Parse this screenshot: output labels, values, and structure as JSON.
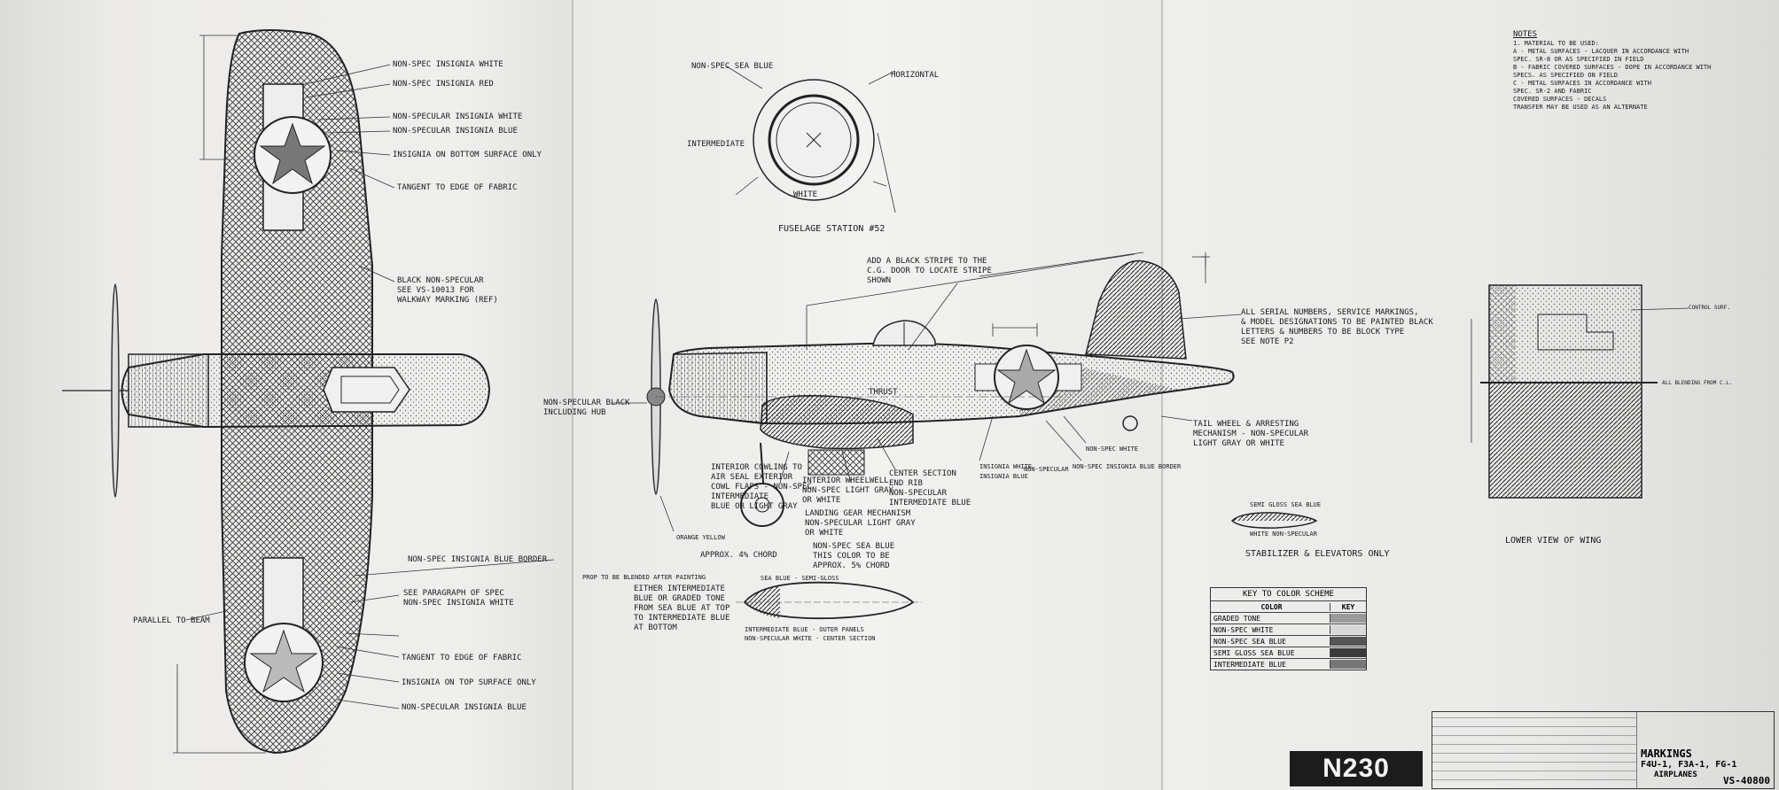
{
  "sheet_number": "N230",
  "drawing_number": "VS-40800",
  "title_block": {
    "title": "MARKINGS",
    "models": "F4U-1, F3A-1, FG-1",
    "subtitle": "AIRPLANES"
  },
  "notes": {
    "heading": "NOTES",
    "lines": [
      "1. MATERIAL TO BE USED:",
      "   A - METAL SURFACES - LACQUER IN ACCORDANCE WITH",
      "   SPEC. SR-8 OR AS SPECIFIED IN FIELD",
      "   B - FABRIC COVERED SURFACES - DOPE IN ACCORDANCE WITH",
      "   SPECS. AS SPECIFIED ON FIELD",
      "   C - METAL SURFACES IN ACCORDANCE WITH",
      "   SPEC. SR-2 AND FABRIC",
      "   COVERED SURFACES - DECALS",
      "   TRANSFER MAY BE USED AS AN ALTERNATE"
    ]
  },
  "top_view_labels": [
    "NON-SPEC INSIGNIA WHITE",
    "NON-SPEC INSIGNIA RED",
    "NON-SPECULAR INSIGNIA WHITE",
    "NON-SPECULAR INSIGNIA BLUE",
    "INSIGNIA ON BOTTOM SURFACE ONLY",
    "TANGENT TO EDGE OF FABRIC",
    "BLACK NON-SPECULAR",
    "SEE VS-10013 FOR",
    "WALKWAY MARKING (REF)",
    "NON-SPEC INSIGNIA BLUE BORDER",
    "SEE PARAGRAPH OF SPEC",
    "NON-SPEC INSIGNIA WHITE",
    "PARALLEL TO BEAM",
    "TANGENT TO EDGE OF FABRIC",
    "INSIGNIA ON TOP SURFACE ONLY",
    "NON-SPECULAR INSIGNIA BLUE"
  ],
  "section_view": {
    "caption": "FUSELAGE STATION #52",
    "labels": [
      "NON-SPEC SEA BLUE",
      "INTERMEDIATE",
      "WHITE",
      "HORIZONTAL"
    ]
  },
  "side_view_labels": [
    "ADD A BLACK STRIPE TO THE",
    "C.G. DOOR TO LOCATE STRIPE",
    "SHOWN",
    "ALL SERIAL NUMBERS, SERVICE MARKINGS,",
    "& MODEL DESIGNATIONS TO BE PAINTED BLACK",
    "LETTERS & NUMBERS TO BE BLOCK TYPE",
    "SEE NOTE P2",
    "NON-SPECULAR BLACK",
    "INCLUDING HUB",
    "THRUST",
    "INTERIOR COWLING TO",
    "AIR SEAL EXTERIOR",
    "COWL FLAPS - NON-SPEC",
    "INTERMEDIATE",
    "BLUE OR LIGHT GRAY",
    "INTERIOR WHEELWELL",
    "NON-SPEC LIGHT GRAY",
    "OR WHITE",
    "CENTER SECTION",
    "END RIB",
    "NON-SPECULAR",
    "INTERMEDIATE BLUE",
    "LANDING GEAR MECHANISM",
    "NON-SPECULAR LIGHT GRAY",
    "OR WHITE",
    "TAIL WHEEL & ARRESTING",
    "MECHANISM - NON-SPECULAR",
    "LIGHT GRAY OR WHITE",
    "NON-SPEC WHITE",
    "NON-SPEC INSIGNIA BLUE BORDER",
    "NON-SPECULAR",
    "INSIGNIA WHITE",
    "INSIGNIA BLUE",
    "ORANGE YELLOW"
  ],
  "stabilizer": {
    "label_top": "SEMI GLOSS SEA BLUE",
    "label_bottom": "WHITE NON-SPECULAR",
    "caption": "STABILIZER & ELEVATORS ONLY"
  },
  "wing_section_labels": [
    "APPROX. 4% CHORD",
    "NON-SPEC SEA BLUE",
    "THIS COLOR TO BE",
    "APPROX. 5% CHORD",
    "PROP TO BE BLENDED AFTER PAINTING",
    "SEA BLUE - SEMI-GLOSS",
    "EITHER INTERMEDIATE",
    "BLUE OR GRADED TONE",
    "FROM SEA BLUE AT TOP",
    "TO INTERMEDIATE BLUE",
    "AT BOTTOM",
    "INTERMEDIATE BLUE - OUTER PANELS",
    "NON-SPECULAR WHITE - CENTER SECTION"
  ],
  "lower_view": {
    "caption": "LOWER VIEW OF WING",
    "labels": [
      "CONTROL SURF.",
      "ALL BLENDING FROM C.L."
    ]
  },
  "color_key": {
    "title": "KEY TO COLOR SCHEME",
    "col_color": "COLOR",
    "col_key": "KEY",
    "rows": [
      {
        "color": "GRADED TONE",
        "swatch": "#9a9a9a"
      },
      {
        "color": "NON-SPEC WHITE",
        "swatch": "#d8d8d8"
      },
      {
        "color": "NON-SPEC SEA BLUE",
        "swatch": "#555555"
      },
      {
        "color": "SEMI GLOSS SEA BLUE",
        "swatch": "#3a3a3a"
      },
      {
        "color": "INTERMEDIATE BLUE",
        "swatch": "#777777"
      }
    ]
  }
}
